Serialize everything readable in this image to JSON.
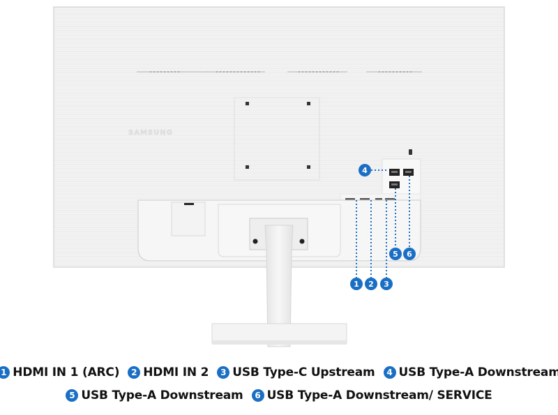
{
  "brand": "SAMSUNG",
  "accent_color": "#1a6fc4",
  "ports": [
    {
      "number": "1",
      "label": "HDMI IN 1 (ARC)"
    },
    {
      "number": "2",
      "label": "HDMI IN 2"
    },
    {
      "number": "3",
      "label": "USB Type-C Upstream"
    },
    {
      "number": "4",
      "label": "USB Type-A Downstream"
    },
    {
      "number": "5",
      "label": "USB Type-A Downstream"
    },
    {
      "number": "6",
      "label": "USB Type-A Downstream/ SERVICE"
    }
  ]
}
